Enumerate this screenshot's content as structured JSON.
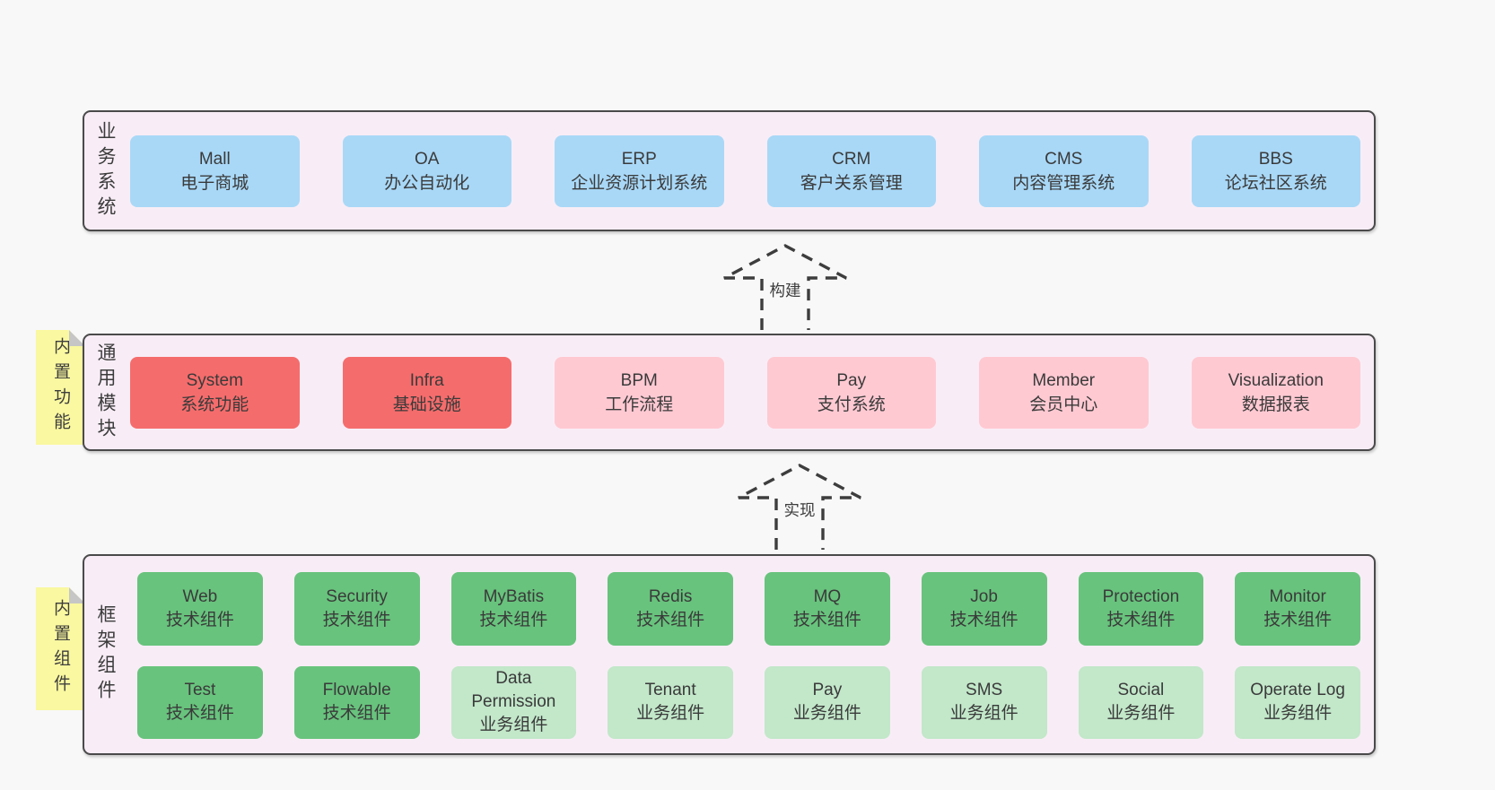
{
  "colors": {
    "page_background": "#f8f8f8",
    "band_background": "#f8edf6",
    "band_border": "#4a4a4a",
    "blue": "#a9d8f7",
    "red": "#f56c6c",
    "pink": "#ffc9d2",
    "green": "#68c37d",
    "lightgreen": "#c2e7c9",
    "sticky_yellow": "#faf8a0",
    "fold_gray": "#c6c6c6",
    "text": "#3a3a3a"
  },
  "stickies": [
    {
      "label": "内置功能"
    },
    {
      "label": "内置组件"
    }
  ],
  "arrows": [
    {
      "label": "构建"
    },
    {
      "label": "实现"
    }
  ],
  "bands": [
    {
      "label": "业务系统",
      "boxes": [
        {
          "title": "Mall",
          "subtitle": "电子商城"
        },
        {
          "title": "OA",
          "subtitle": "办公自动化"
        },
        {
          "title": "ERP",
          "subtitle": "企业资源计划系统"
        },
        {
          "title": "CRM",
          "subtitle": "客户关系管理"
        },
        {
          "title": "CMS",
          "subtitle": "内容管理系统"
        },
        {
          "title": "BBS",
          "subtitle": "论坛社区系统"
        }
      ]
    },
    {
      "label": "通用模块",
      "boxes": [
        {
          "title": "System",
          "subtitle": "系统功能"
        },
        {
          "title": "Infra",
          "subtitle": "基础设施"
        },
        {
          "title": "BPM",
          "subtitle": "工作流程"
        },
        {
          "title": "Pay",
          "subtitle": "支付系统"
        },
        {
          "title": "Member",
          "subtitle": "会员中心"
        },
        {
          "title": "Visualization",
          "subtitle": "数据报表"
        }
      ]
    },
    {
      "label": "框架组件",
      "rows": [
        [
          {
            "title": "Web",
            "subtitle": "技术组件"
          },
          {
            "title": "Security",
            "subtitle": "技术组件"
          },
          {
            "title": "MyBatis",
            "subtitle": "技术组件"
          },
          {
            "title": "Redis",
            "subtitle": "技术组件"
          },
          {
            "title": "MQ",
            "subtitle": "技术组件"
          },
          {
            "title": "Job",
            "subtitle": "技术组件"
          },
          {
            "title": "Protection",
            "subtitle": "技术组件"
          },
          {
            "title": "Monitor",
            "subtitle": "技术组件"
          }
        ],
        [
          {
            "title": "Test",
            "subtitle": "技术组件"
          },
          {
            "title": "Flowable",
            "subtitle": "技术组件"
          },
          {
            "title": "Data Permission",
            "subtitle": "业务组件"
          },
          {
            "title": "Tenant",
            "subtitle": "业务组件"
          },
          {
            "title": "Pay",
            "subtitle": "业务组件"
          },
          {
            "title": "SMS",
            "subtitle": "业务组件"
          },
          {
            "title": "Social",
            "subtitle": "业务组件"
          },
          {
            "title": "Operate Log",
            "subtitle": "业务组件"
          }
        ]
      ]
    }
  ]
}
